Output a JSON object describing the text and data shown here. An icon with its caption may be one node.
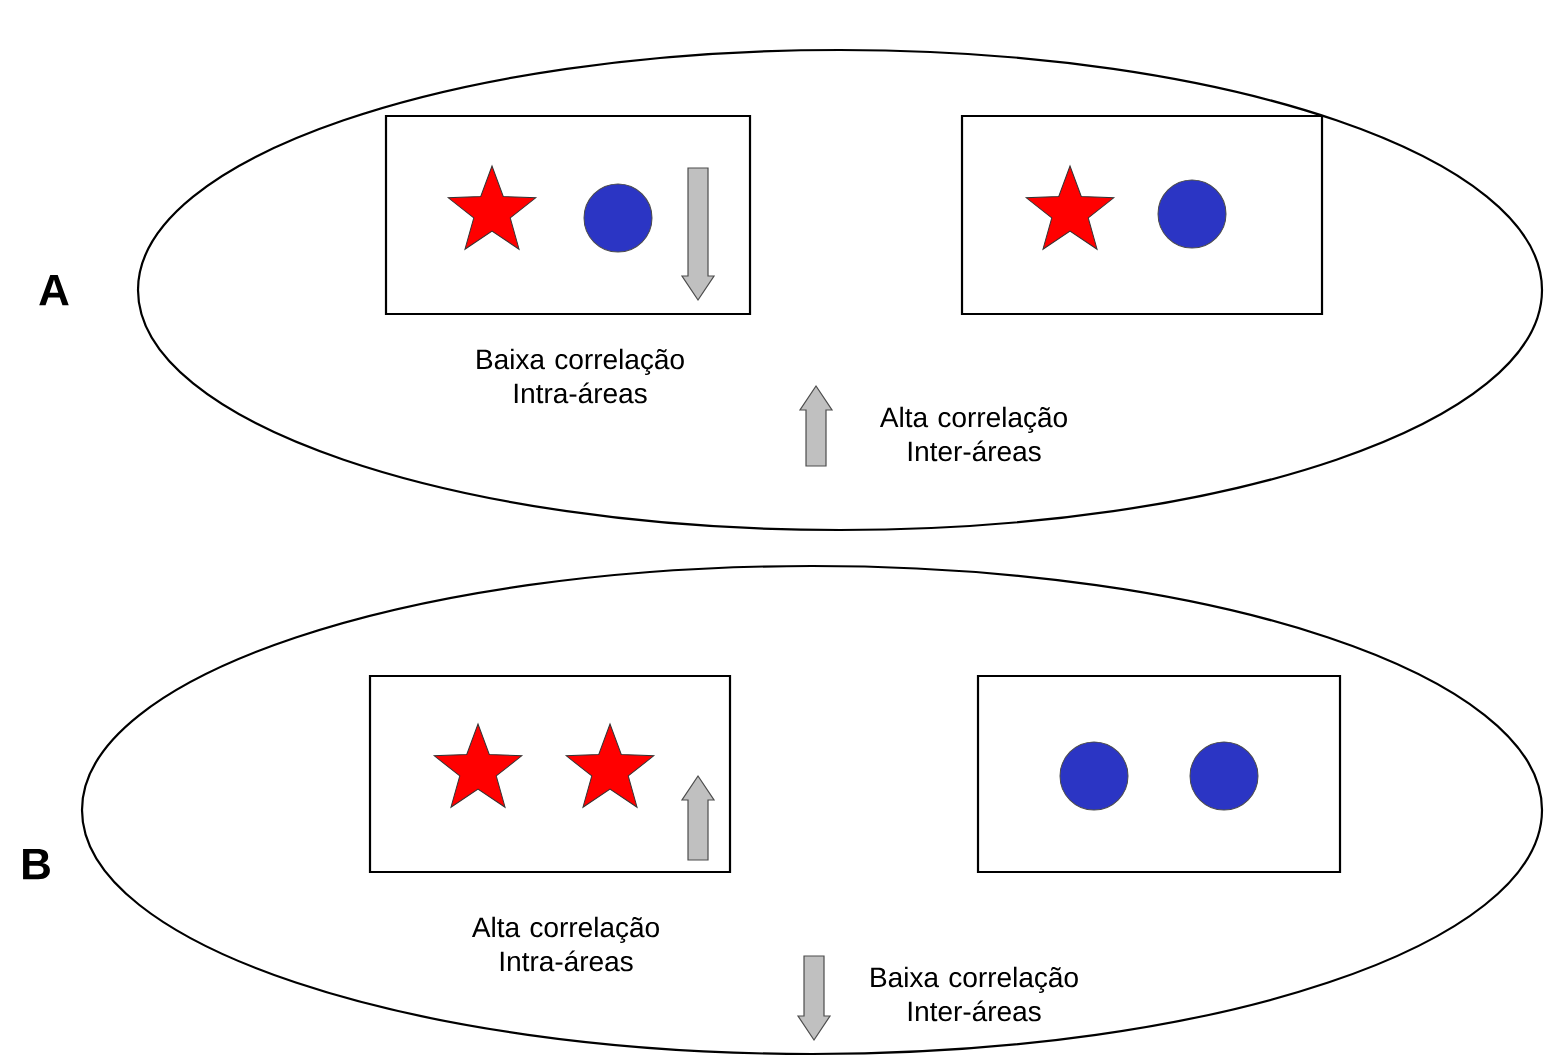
{
  "diagram": {
    "nodes": [
      {
        "text": [
          "A",
          "Alta correlação Inter-áreas"
        ]
      },
      {
        "text": [],
        "shape": "box",
        "in": 0,
        "beside": [
          "Baixa correlação Intra-áreas"
        ]
      },
      {
        "text": [],
        "shape": "star",
        "in": 1
      },
      {
        "text": [],
        "shape": "circle",
        "in": 1
      },
      {
        "text": [],
        "shape": "box",
        "in": 0
      },
      {
        "text": [],
        "shape": "star",
        "in": 4
      },
      {
        "text": [],
        "shape": "circle",
        "in": 4
      },
      {
        "text": [
          "B",
          "Baixa correlação Inter-áreas"
        ]
      },
      {
        "text": [],
        "shape": "box",
        "in": 7,
        "beside": [
          "Alta correlação Intra-áreas"
        ]
      },
      {
        "text": [],
        "shape": "star",
        "in": 8
      },
      {
        "text": [],
        "shape": "star",
        "in": 8
      },
      {
        "text": [],
        "shape": "box",
        "in": 7
      },
      {
        "text": [],
        "shape": "circle",
        "in": 11
      },
      {
        "text": [],
        "shape": "circle",
        "in": 11
      }
    ]
  }
}
